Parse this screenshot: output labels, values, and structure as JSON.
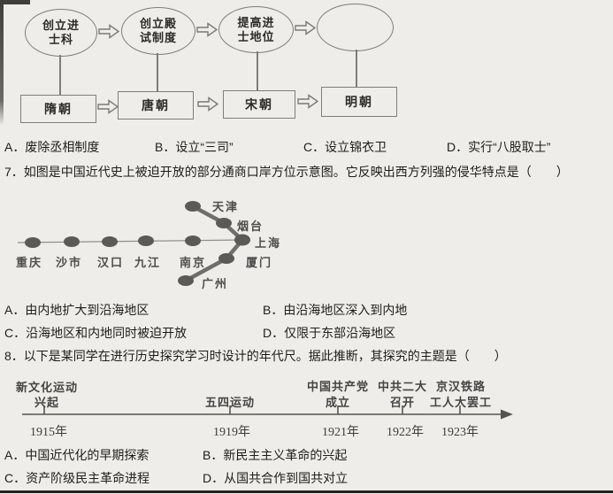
{
  "flowchart": {
    "ovals": [
      {
        "line1": "创立进",
        "line2": "士科"
      },
      {
        "line1": "创立殿",
        "line2": "试制度"
      },
      {
        "line1": "提高进",
        "line2": "士地位"
      },
      {
        "line1": "",
        "line2": ""
      }
    ],
    "dynasties": [
      "隋朝",
      "唐朝",
      "宋朝",
      "明朝"
    ]
  },
  "q6_options": {
    "a": "A．废除丞相制度",
    "b": "B．设立“三司”",
    "c": "C．设立锦衣卫",
    "d": "D．实行“八股取士”"
  },
  "q7": {
    "stem": "7．如图是中国近代史上被迫开放的部分通商口岸方位示意图。它反映出西方列强的侵华特点是（　　）",
    "map_cities": {
      "river": [
        "重庆",
        "沙市",
        "汉口",
        "九江",
        "南京"
      ],
      "coast": [
        "天津",
        "烟台",
        "上海",
        "厦门",
        "广州"
      ]
    },
    "options": {
      "a": "A．由内地扩大到沿海地区",
      "b": "B．由沿海地区深入到内地",
      "c": "C．沿海地区和内地同时被迫开放",
      "d": "D．仅限于东部沿海地区"
    }
  },
  "q8": {
    "stem": "8．以下是某同学在进行历史探究学习时设计的年代尺。据此推断，其探究的主题是（　　）",
    "timeline": {
      "events": [
        {
          "line1": "新文化运动",
          "line2": "兴起",
          "year": "1915年"
        },
        {
          "line1": "",
          "line2": "五四运动",
          "year": "1919年"
        },
        {
          "line1": "中国共产党",
          "line2": "成立",
          "year": "1921年"
        },
        {
          "line1": "中共二大",
          "line2": "召开",
          "year": "1922年"
        },
        {
          "line1": "京汉铁路",
          "line2": "工人大罢工",
          "year": "1923年"
        }
      ]
    },
    "options": {
      "a": "A．中国近代化的早期探索",
      "b": "B．新民主主义革命的兴起",
      "c": "C．资产阶级民主革命进程",
      "d": "D．从国共合作到国共对立"
    }
  }
}
